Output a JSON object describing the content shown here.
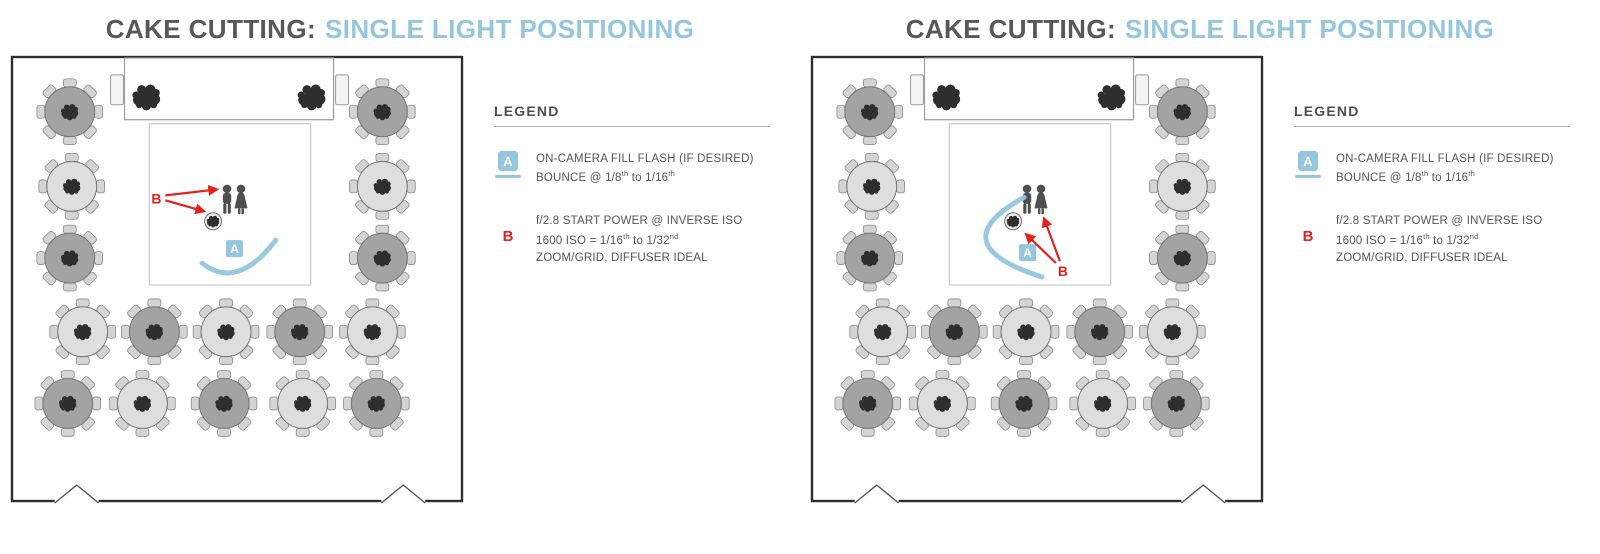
{
  "title": {
    "prefix": "CAKE CUTTING:",
    "highlight": "SINGLE LIGHT POSITIONING"
  },
  "legend": {
    "heading": "LEGEND",
    "a": {
      "label": "A",
      "line1": "ON-CAMERA FILL FLASH (IF DESIRED)",
      "l2p1": "BOUNCE @ 1/8",
      "l2s1": "th",
      "l2p2": " to 1/16",
      "l2s2": "th"
    },
    "b": {
      "label": "B",
      "line1": "f/2.8 START POWER @ INVERSE ISO",
      "l2p1": "1600 ISO = 1/16",
      "l2s1": "th",
      "l2p2": " to 1/32",
      "l2s2": "nd",
      "line3": "ZOOM/GRID, DIFFUSER IDEAL"
    }
  },
  "diagram": {
    "a_label": "A",
    "b_label": "B"
  },
  "colors": {
    "accent_blue": "#94c6dd",
    "accent_red": "#e2231a",
    "title_gray": "#57585a"
  }
}
